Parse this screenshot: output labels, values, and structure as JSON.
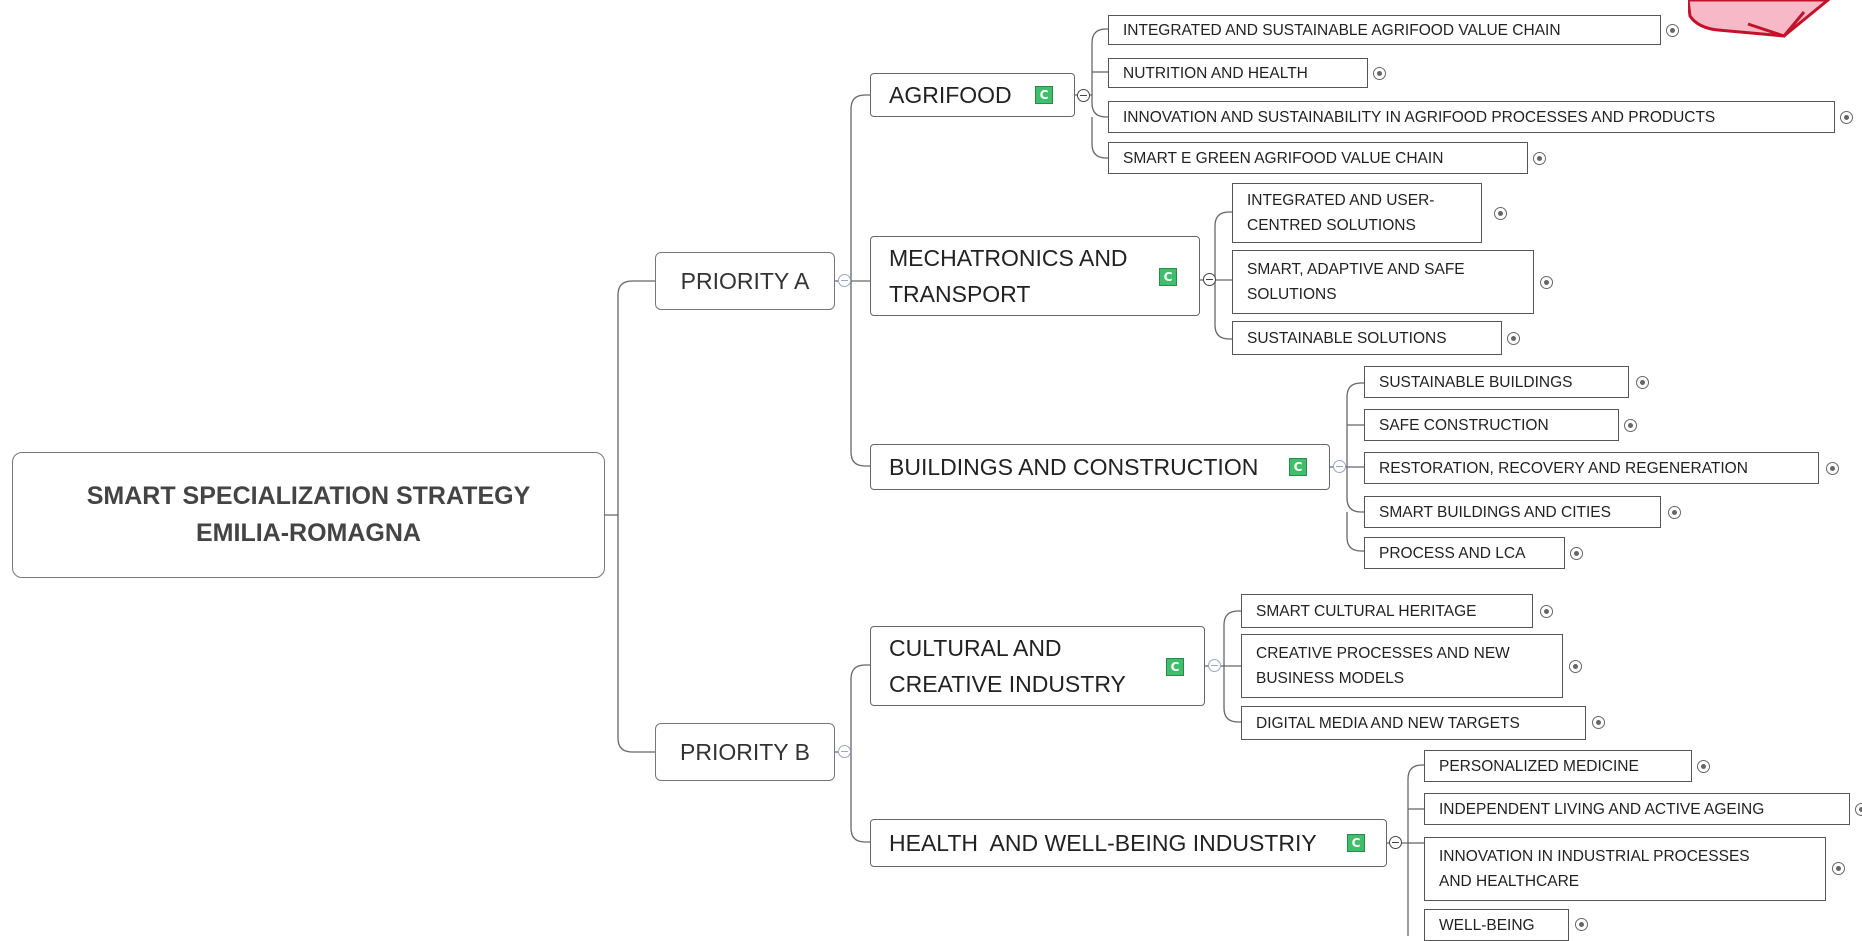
{
  "root": {
    "line1": "SMART SPECIALIZATION STRATEGY",
    "line2": "EMILIA-ROMAGNA"
  },
  "priorities": [
    {
      "label": "PRIORITY A"
    },
    {
      "label": "PRIORITY B"
    }
  ],
  "categories": [
    {
      "line1": "AGRIFOOD",
      "line2": "",
      "badge": "c"
    },
    {
      "line1": "MECHATRONICS AND",
      "line2": "TRANSPORT",
      "badge": "c"
    },
    {
      "line1": "BUILDINGS AND CONSTRUCTION",
      "line2": "",
      "badge": "c"
    },
    {
      "line1": "CULTURAL AND",
      "line2": "CREATIVE INDUSTRY",
      "badge": "c"
    },
    {
      "line1": "HEALTH  AND WELL-BEING INDUSTRIY",
      "line2": "",
      "badge": "c"
    }
  ],
  "topics": [
    {
      "line1": "INTEGRATED AND SUSTAINABLE AGRIFOOD VALUE CHAIN",
      "line2": ""
    },
    {
      "line1": "NUTRITION AND HEALTH",
      "line2": ""
    },
    {
      "line1": "INNOVATION AND SUSTAINABILITY IN AGRIFOOD PROCESSES AND PRODUCTS",
      "line2": ""
    },
    {
      "line1": "SMART E GREEN AGRIFOOD VALUE CHAIN",
      "line2": ""
    },
    {
      "line1": "INTEGRATED AND USER-",
      "line2": "CENTRED SOLUTIONS"
    },
    {
      "line1": "SMART, ADAPTIVE AND SAFE",
      "line2": "SOLUTIONS"
    },
    {
      "line1": "SUSTAINABLE SOLUTIONS",
      "line2": ""
    },
    {
      "line1": "SUSTAINABLE BUILDINGS",
      "line2": ""
    },
    {
      "line1": "SAFE CONSTRUCTION",
      "line2": ""
    },
    {
      "line1": "RESTORATION, RECOVERY AND REGENERATION",
      "line2": ""
    },
    {
      "line1": "SMART BUILDINGS AND CITIES",
      "line2": ""
    },
    {
      "line1": "PROCESS AND LCA",
      "line2": ""
    },
    {
      "line1": "SMART CULTURAL HERITAGE",
      "line2": ""
    },
    {
      "line1": "CREATIVE PROCESSES AND NEW",
      "line2": "BUSINESS MODELS"
    },
    {
      "line1": "DIGITAL MEDIA AND NEW TARGETS",
      "line2": ""
    },
    {
      "line1": "PERSONALIZED MEDICINE",
      "line2": ""
    },
    {
      "line1": "INDEPENDENT LIVING AND ACTIVE AGEING",
      "line2": ""
    },
    {
      "line1": "INNOVATION IN INDUSTRIAL PROCESSES",
      "line2": "AND HEALTHCARE"
    },
    {
      "line1": "WELL-BEING",
      "line2": ""
    }
  ],
  "colors": {
    "badge": "#3fbf6b",
    "connector": "#666666",
    "callout_fill": "#f7b8c8",
    "callout_border": "#c0142a"
  }
}
